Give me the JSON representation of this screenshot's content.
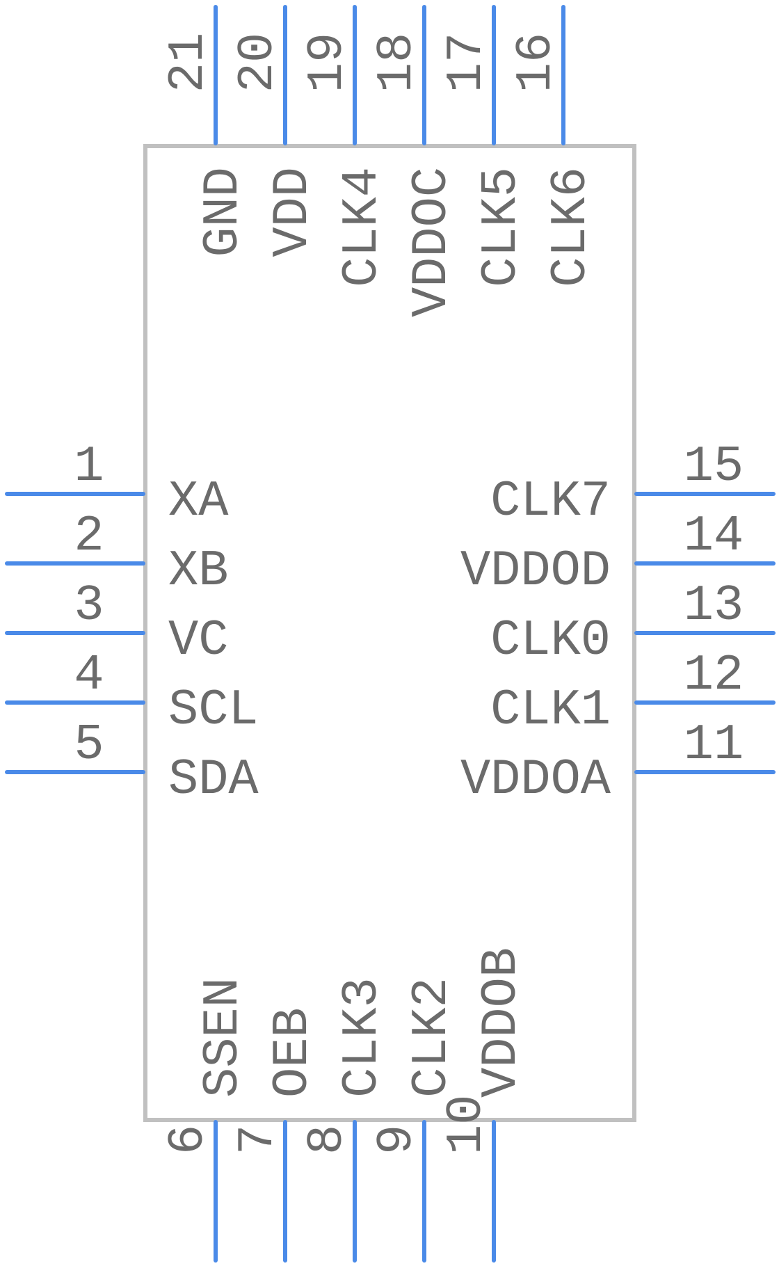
{
  "component": {
    "colors": {
      "pin": "#4a8ae8",
      "body_stroke": "#c0c0c0",
      "text": "#6b6b6b",
      "background": "#ffffff"
    },
    "left_pins": [
      {
        "number": "1",
        "name": "XA"
      },
      {
        "number": "2",
        "name": "XB"
      },
      {
        "number": "3",
        "name": "VC"
      },
      {
        "number": "4",
        "name": "SCL"
      },
      {
        "number": "5",
        "name": "SDA"
      }
    ],
    "right_pins": [
      {
        "number": "15",
        "name": "CLK7"
      },
      {
        "number": "14",
        "name": "VDDOD"
      },
      {
        "number": "13",
        "name": "CLK0"
      },
      {
        "number": "12",
        "name": "CLK1"
      },
      {
        "number": "11",
        "name": "VDDOA"
      }
    ],
    "top_pins": [
      {
        "number": "21",
        "name": "GND"
      },
      {
        "number": "20",
        "name": "VDD"
      },
      {
        "number": "19",
        "name": "CLK4"
      },
      {
        "number": "18",
        "name": "VDDOC"
      },
      {
        "number": "17",
        "name": "CLK5"
      },
      {
        "number": "16",
        "name": "CLK6"
      }
    ],
    "bottom_pins": [
      {
        "number": "6",
        "name": "SSEN"
      },
      {
        "number": "7",
        "name": "OEB"
      },
      {
        "number": "8",
        "name": "CLK3"
      },
      {
        "number": "9",
        "name": "CLK2"
      },
      {
        "number": "10",
        "name": "VDDOB"
      }
    ]
  }
}
